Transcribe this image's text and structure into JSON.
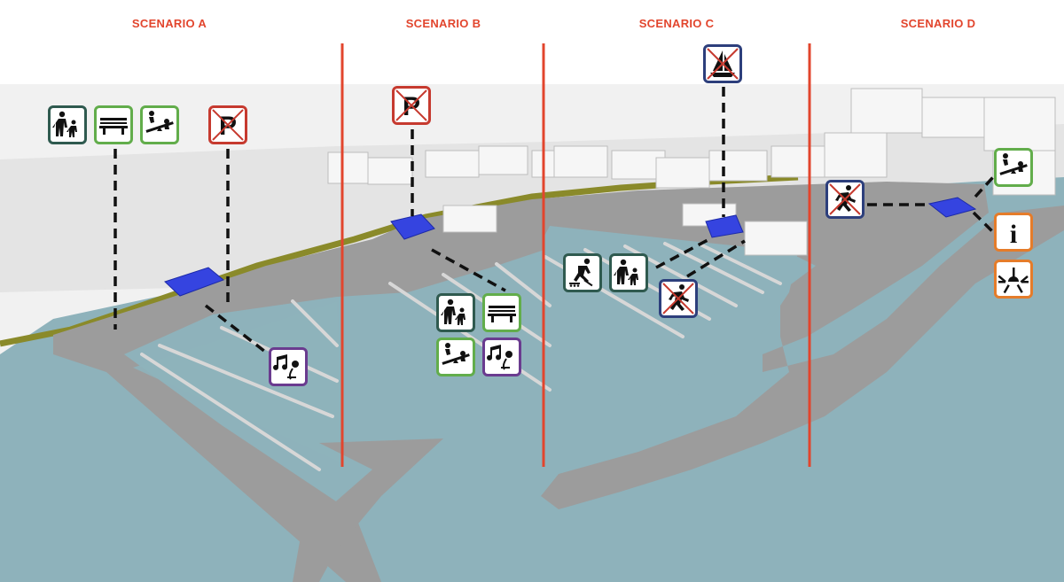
{
  "scenarios": [
    {
      "label": "SCENARIO A"
    },
    {
      "label": "SCENARIO B"
    },
    {
      "label": "SCENARIO C"
    },
    {
      "label": "SCENARIO D"
    }
  ],
  "icons": {
    "pedestrian": "pedestrian-family-icon",
    "bench": "bench-icon",
    "playground": "seesaw-playground-icon",
    "no_parking": "no-parking-icon",
    "music": "music-performance-icon",
    "skater": "rollerblade-skater-icon",
    "no_sailing": "no-sailing-icon",
    "no_running": "no-running-icon",
    "info": "information-icon",
    "lighting": "lighting-icon"
  },
  "info_letter": "i",
  "colors": {
    "divider": "#e2452d",
    "water": "#8eb2bb",
    "quay": "#9c9c9c",
    "building": "#3544e0",
    "grass": "#8a8a2a",
    "border_activity": "#2f5a4f",
    "border_leisure": "#62ad4b",
    "border_restriction": "#c63a2f",
    "border_culture": "#6a3b8f",
    "border_nautical": "#2d3f7c",
    "border_service": "#e57c2a"
  }
}
